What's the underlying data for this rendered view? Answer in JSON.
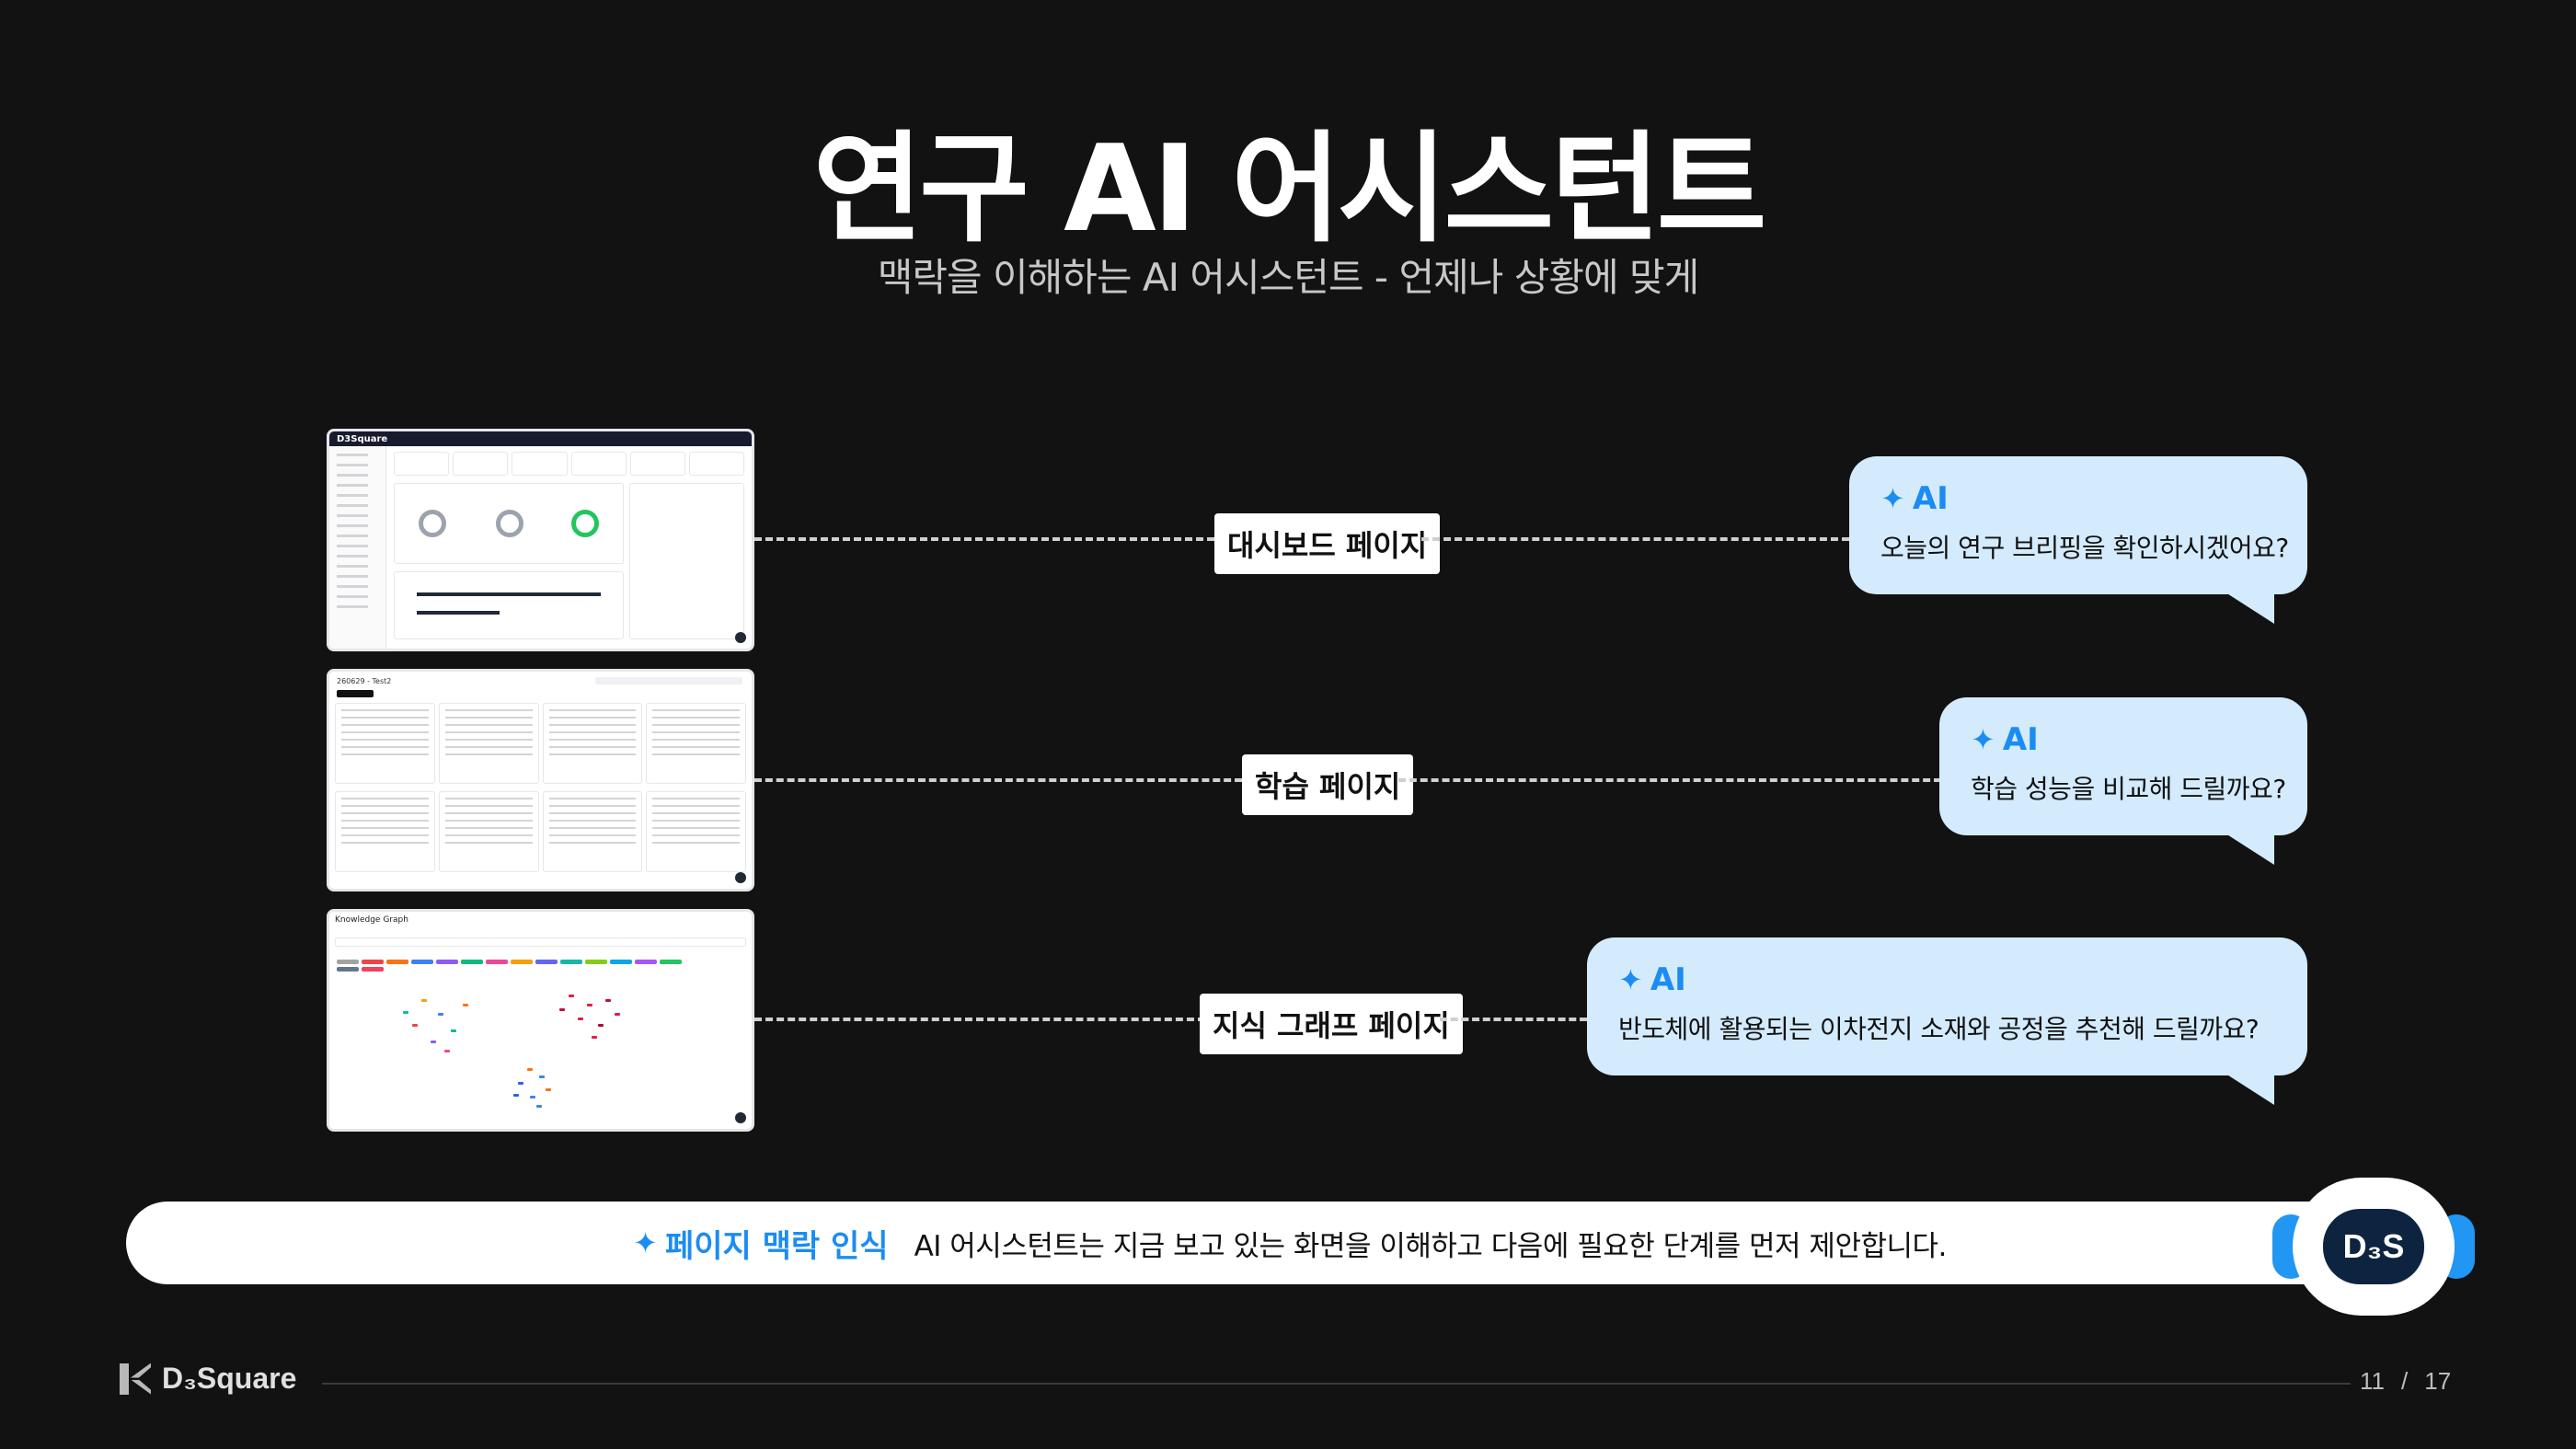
{
  "title": "연구 AI 어시스턴트",
  "subtitle": "맥락을 이해하는 AI 어시스턴트 - 언제나 상황에 맞게",
  "thumbnails": {
    "dashboard": {
      "brand": "D3Square"
    },
    "training": {
      "crumb": "260629 - Test2"
    },
    "graph": {
      "title": "Knowledge Graph"
    }
  },
  "pages": [
    {
      "label": "대시보드 페이지",
      "ai": "AI",
      "message": "오늘의 연구 브리핑을 확인하시겠어요?"
    },
    {
      "label": "학습 페이지",
      "ai": "AI",
      "message": "학습 성능을 비교해 드릴까요?"
    },
    {
      "label": "지식 그래프 페이지",
      "ai": "AI",
      "message": "반도체에 활용되는 이차전지 소재와 공정을 추천해 드릴까요?"
    }
  ],
  "banner": {
    "key": "페이지 맥락 인식",
    "text": "AI 어시스턴트는 지금 보고 있는 화면을 이해하고 다음에 필요한 단계를 먼저 제안합니다."
  },
  "mascot": {
    "face": "D₃S"
  },
  "footer": {
    "brand": "D₃Square",
    "page": "11",
    "separator": "/",
    "total": "17"
  },
  "icons": {
    "ai_spark": "sparkle-icon"
  },
  "colors": {
    "accent": "#1b8cf2",
    "bubble": "#d3ebfd",
    "background": "#121212"
  }
}
